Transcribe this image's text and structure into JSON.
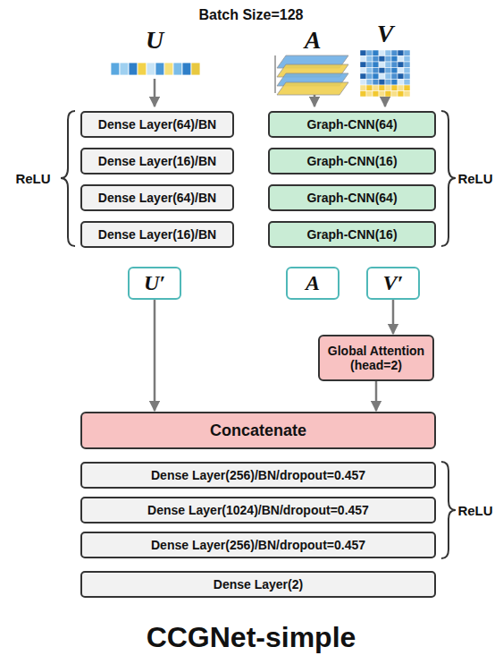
{
  "diagram": {
    "title": "Batch Size=128",
    "caption": "CCGNet-simple",
    "nodes": [
      {
        "text": [
          "Dense Layer(64)/BN"
        ]
      },
      {
        "text": [
          "Graph-CNN(64)"
        ]
      },
      {
        "text": [
          "Dense Layer(16)/BN"
        ]
      },
      {
        "text": [
          "Graph-CNN(16)"
        ]
      },
      {
        "text": [
          "Dense Layer(64)/BN"
        ]
      },
      {
        "text": [
          "Graph-CNN(64)"
        ]
      },
      {
        "text": [
          "Dense Layer(16)/BN"
        ]
      },
      {
        "text": [
          "Graph-CNN(16)"
        ]
      },
      {
        "text": [
          "U′"
        ]
      },
      {
        "text": [
          "A"
        ]
      },
      {
        "text": [
          "V′"
        ]
      },
      {
        "text": [
          "Global Attention (head=2)"
        ]
      },
      {
        "text": [
          "Concatenate"
        ]
      },
      {
        "text": [
          "Dense Layer(256)/BN/dropout=0.457"
        ]
      },
      {
        "text": [
          "Dense Layer(1024)/BN/dropout=0.457"
        ]
      },
      {
        "text": [
          "Dense Layer(256)/BN/dropout=0.457"
        ]
      },
      {
        "text": [
          "Dense Layer(2)"
        ]
      }
    ],
    "edges": [
      {
        "from": 8,
        "to": 12,
        "arrow": "to"
      },
      {
        "from": 10,
        "to": 11,
        "arrow": "to"
      },
      {
        "from": 11,
        "to": 12,
        "arrow": "to"
      }
    ],
    "labels": [
      "U",
      "A",
      "V",
      "ReLU",
      "ReLU",
      "ReLU"
    ]
  }
}
